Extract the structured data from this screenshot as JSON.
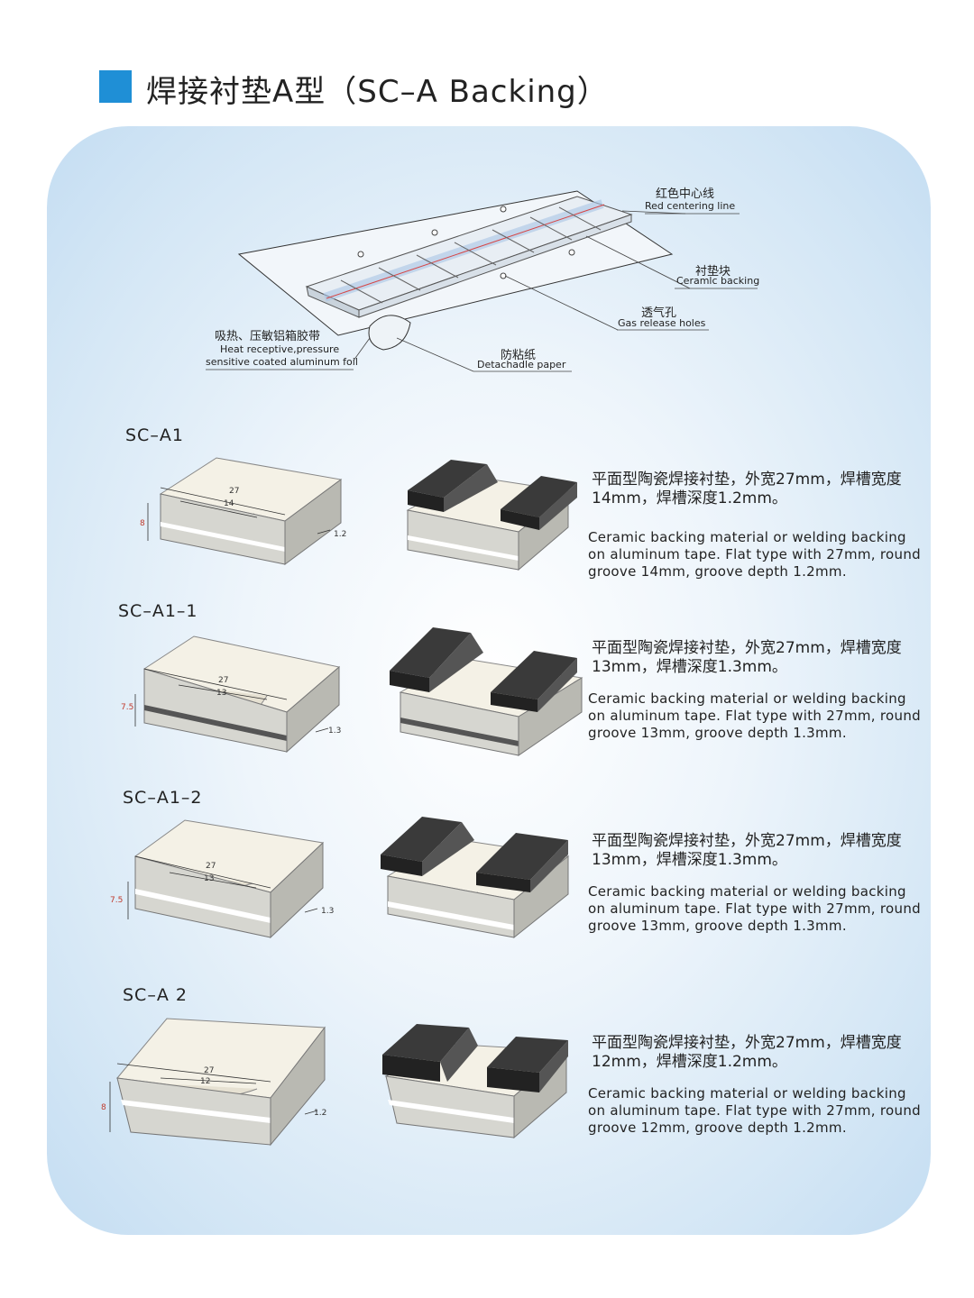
{
  "header": {
    "title": "焊接衬垫A型（SC–A Backing）"
  },
  "overview": {
    "labels": [
      {
        "cn": "红色中心线",
        "en": "Red centering line"
      },
      {
        "cn": "衬垫块",
        "en": "Ceramlc backing"
      },
      {
        "cn": "透气孔",
        "en": "Gas release holes"
      },
      {
        "cn": "吸热、压敏铝箱胶带",
        "en": "Heat receptive,pressure",
        "en2": "sensitive coated aluminum foil"
      },
      {
        "cn": "防粘纸",
        "en": "Detachadle paper"
      }
    ]
  },
  "models": [
    {
      "name": "SC–A1",
      "width": "27",
      "groove": "14",
      "height": "8",
      "depth": "1.2",
      "desc_cn": "平面型陶瓷焊接衬垫，外宽27mm，焊槽宽度14mm，焊槽深度1.2mm。",
      "desc_en": "Ceramic backing material or welding backing on aluminum tape. Flat type with 27mm, round groove 14mm, groove depth 1.2mm."
    },
    {
      "name": "SC–A1–1",
      "width": "27",
      "groove": "13",
      "height": "7.5",
      "depth": "1.3",
      "desc_cn": "平面型陶瓷焊接衬垫，外宽27mm，焊槽宽度13mm，焊槽深度1.3mm。",
      "desc_en": "Ceramic backing material or welding backing on aluminum tape. Flat type with 27mm, round groove 13mm, groove depth 1.3mm."
    },
    {
      "name": "SC–A1–2",
      "width": "27",
      "groove": "13",
      "height": "7.5",
      "depth": "1.3",
      "desc_cn": "平面型陶瓷焊接衬垫，外宽27mm，焊槽宽度13mm，焊槽深度1.3mm。",
      "desc_en": "Ceramic backing material or welding backing on aluminum tape. Flat type with 27mm, round groove 13mm, groove depth 1.3mm."
    },
    {
      "name": "SC–A 2",
      "width": "27",
      "groove": "12",
      "height": "8",
      "depth": "1.2",
      "desc_cn": "平面型陶瓷焊接衬垫，外宽27mm，焊槽宽度12mm，焊槽深度1.2mm。",
      "desc_en": "Ceramic backing material or welding backing on aluminum tape. Flat type with 27mm, round groove 12mm, groove depth 1.2mm."
    }
  ]
}
